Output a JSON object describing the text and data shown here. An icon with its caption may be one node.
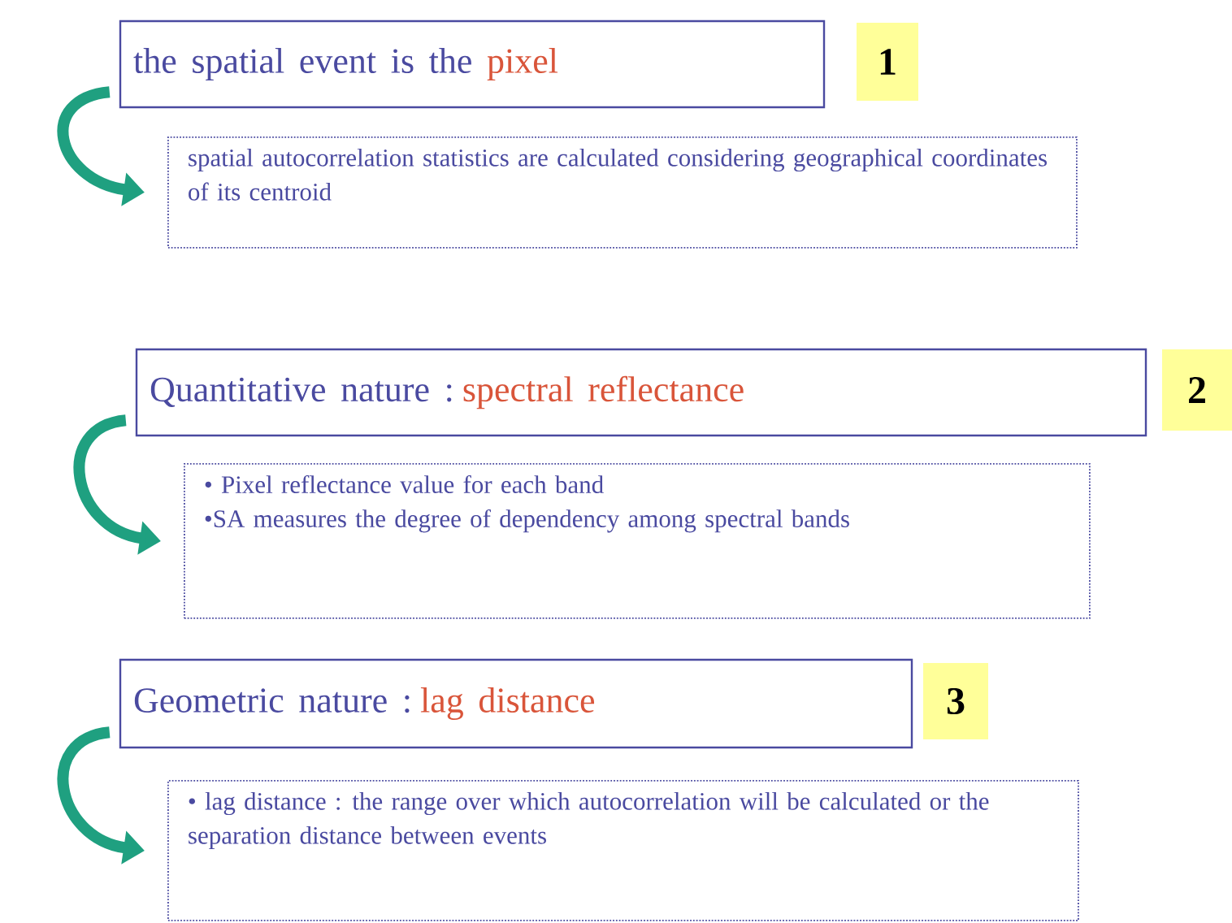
{
  "diagram": {
    "nodes": [
      {
        "text": [
          "the spatial event is the",
          "pixel"
        ]
      },
      {
        "text": [
          "1"
        ]
      },
      {
        "text": [
          "spatial autocorrelation statistics are calculated considering geographical coordinates of its centroid"
        ]
      },
      {
        "text": [
          "Quantitative nature :",
          "spectral reflectance"
        ]
      },
      {
        "text": [
          "2"
        ]
      },
      {
        "text": [
          "• Pixel reflectance value for each band",
          "•SA measures the degree of dependency among spectral bands"
        ]
      },
      {
        "text": [
          "Geometric nature :",
          "lag distance"
        ]
      },
      {
        "text": [
          "3"
        ]
      },
      {
        "text": [
          "• lag distance : the range over which autocorrelation will be calculated or the separation distance between events"
        ]
      }
    ],
    "edges": [
      {
        "from": 0,
        "to": 2,
        "arrow": "to"
      },
      {
        "from": 3,
        "to": 5,
        "arrow": "to"
      },
      {
        "from": 6,
        "to": 8,
        "arrow": "to"
      }
    ]
  }
}
